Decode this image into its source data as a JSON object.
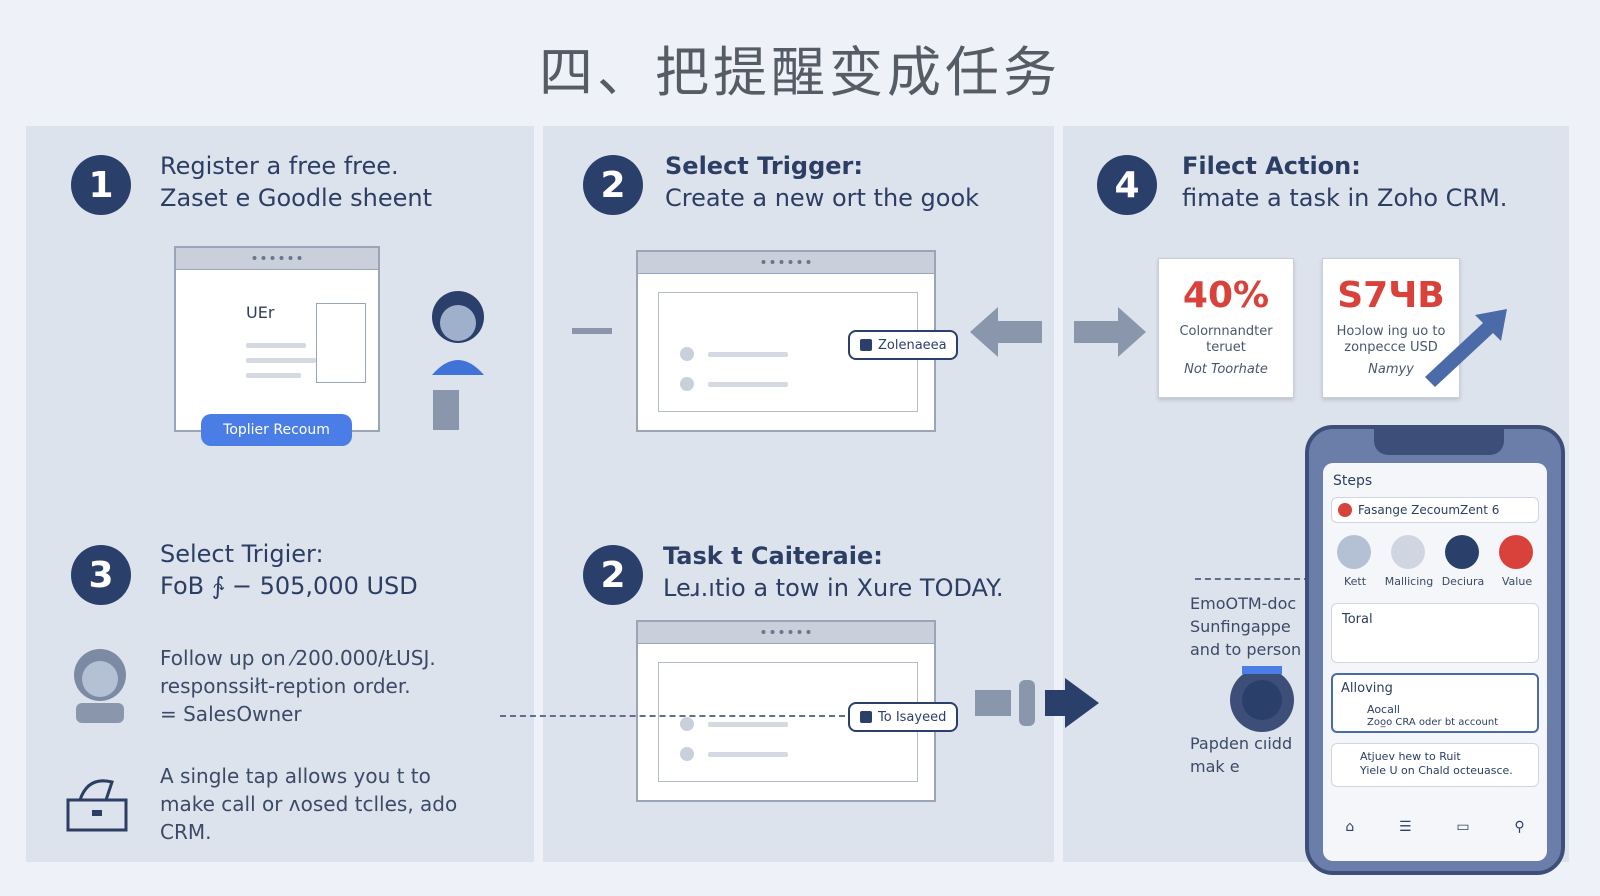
{
  "title": "四、把提醒变成任务",
  "steps": [
    {
      "num": "1",
      "line1": "Register a free free.",
      "line2": "Zaset e Goodle sheent"
    },
    {
      "num": "2",
      "line1": "Select Trigger:",
      "line2": "Create a new ort the gook"
    },
    {
      "num": "4",
      "line1": "Filect Action:",
      "line2": "fimate a task in Zoho CRM."
    },
    {
      "num": "3",
      "line1": "Select Trigier:",
      "line2": "FoB ∱ − 505,000 USD"
    },
    {
      "num": "2",
      "line1": "Task t Caiteraie:",
      "line2": "Leɹ.ıtio a tow in Xure TODAY."
    }
  ],
  "step1": {
    "window_text": "UEr",
    "button": "Toplier Recoum"
  },
  "step2": {
    "chip": "Zolenaeea"
  },
  "step2b": {
    "chip": "To Isayeed"
  },
  "step3": {
    "follow_lines": [
      "Follow up on ⁄200.000/ŁUSJ.",
      "responssiłt-reption order.",
      "= SalesOwner"
    ],
    "tap_lines": [
      "A single tap allows you t to",
      "make call or ʌosed tclles, ado",
      "CRM."
    ]
  },
  "cards": [
    {
      "big": "40%",
      "lines": [
        "Colornnandter",
        "teruet"
      ],
      "italic": "Not Toorhate"
    },
    {
      "big": "S7ЧB",
      "lines": [
        "Hoↄlow ing uo to",
        "zonpecce USD"
      ],
      "italic": "Namyy"
    }
  ],
  "side_lines": [
    "EmoOTM-doc",
    "Sunfingappe",
    "and to person"
  ],
  "side_lines2": [
    "Papden cıidd",
    "mak e"
  ],
  "phone": {
    "header": "Steps",
    "search": "Fasange ZecoumZent 6",
    "icons": [
      "Kett",
      "Mallicing",
      "Deciura",
      "Value"
    ],
    "row1_title": "Toral",
    "row2_title": "Alloving",
    "row2_sub1": "Aocall",
    "row2_sub2": "Zoo̲o CRA oder bt account",
    "row3_l1": "Atjuev hew to Ruit",
    "row3_l2": "Yiele U on Chald octeuasce."
  },
  "colors": {
    "badge": "#2b3f6b",
    "accent_red": "#d9413b",
    "accent_blue": "#4a7ee6",
    "panel": "#dde3ed"
  }
}
